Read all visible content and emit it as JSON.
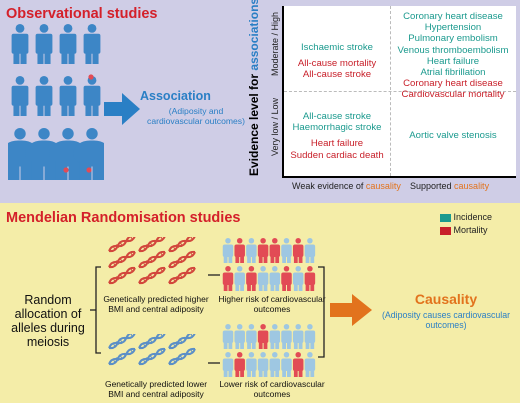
{
  "observational": {
    "title": "Observational studies",
    "association_label": "Association",
    "association_sub": "(Adiposity and cardiovascular outcomes)"
  },
  "evidence": {
    "ylabel_prefix": "Evidence level for ",
    "ylabel_highlight": "associations",
    "y_high": "Moderate / High",
    "y_low": "Very low / Low",
    "x_weak_prefix": "Weak evidence of ",
    "x_weak_highlight": "causality",
    "x_supported_prefix": "Supported ",
    "x_supported_highlight": "causality"
  },
  "quadrants": {
    "top_left": {
      "teal": [
        "Ischaemic stroke"
      ],
      "red": [
        "All-cause mortality",
        "All-cause stroke"
      ]
    },
    "top_right": {
      "teal": [
        "Coronary heart disease",
        "Hypertension",
        "Pulmonary embolism",
        "Venous thromboembolism",
        "Heart failure",
        "Atrial fibrillation"
      ],
      "red": [
        "Coronary heart disease",
        "Cardiovascular mortality"
      ]
    },
    "bottom_left": {
      "teal": [
        "All-cause stroke",
        "Haemorrhagic stroke"
      ],
      "red": [
        "Heart failure",
        "Sudden cardiac death"
      ]
    },
    "bottom_right": {
      "teal": [
        "Aortic valve stenosis"
      ],
      "red": []
    }
  },
  "legend": {
    "incidence": "Incidence",
    "mortality": "Mortality"
  },
  "mr": {
    "title": "Mendelian Randomisation studies",
    "random_allocation": "Random allocation of alleles during meiosis",
    "higher_bmi": "Genetically predicted higher BMI and central adiposity",
    "lower_bmi": "Genetically predicted lower BMI and central adiposity",
    "higher_risk": "Higher risk of cardiovascular outcomes",
    "lower_risk": "Lower risk of cardiovascular outcomes",
    "causality": "Causality",
    "causality_sub": "(Adiposity causes cardiovascular outcomes)"
  },
  "colors": {
    "teal": "#1b9a8e",
    "red": "#c8202a",
    "orange": "#e2731d",
    "blue": "#2a7fc5",
    "person_blue": "#3d86c6",
    "person_light": "#9ec7e2",
    "person_red": "#e24b55",
    "dna_red": "#d2473c",
    "dna_blue": "#5b8fc7"
  }
}
